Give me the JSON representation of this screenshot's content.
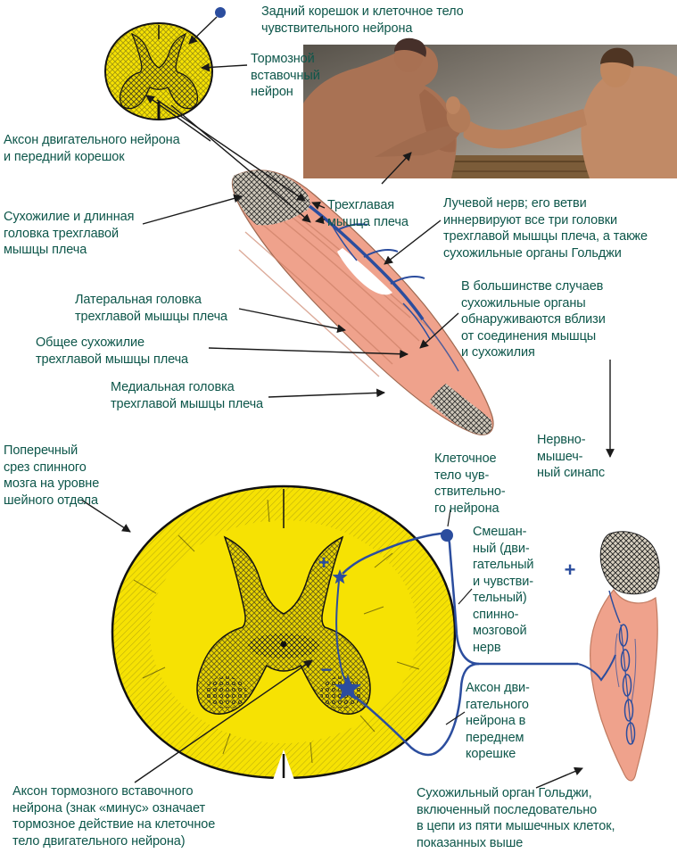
{
  "colors": {
    "label_text": "#0d564a",
    "nerve_blue": "#2b4d9e",
    "spinal_yellow": "#f6e203",
    "muscle_pink": "#efa28c",
    "line_black": "#1a1a1a"
  },
  "labels": {
    "dorsal_root": "Задний корешок и клеточное тело\nчувствительного нейрона",
    "inhibitory_interneuron": "Тормозной\nвставочный\nнейрон",
    "motor_axon_ventral_root": "Аксон двигательного нейрона\nи передний корешок",
    "tendon_long_head": "Сухожилие и длинная\nголовка трехглавой\nмышцы плеча",
    "triceps": "Трехглавая\nмышца плеча",
    "radial_nerve": "Лучевой нерв; его ветви\nиннервируют все три головки\nтрехглавой мышцы плеча, а также\nсухожильные органы Гольджи",
    "lateral_head": "Латеральная головка\nтрехглавой мышцы плеча",
    "tendon_organs_location": "В большинстве случаев\nсухожильные органы\nобнаруживаются вблизи\nот соединения мышцы\nи сухожилия",
    "common_tendon": "Общее сухожилие\nтрехглавой мышцы плеча",
    "medial_head": "Медиальная головка\nтрехглавой мышцы плеча",
    "cross_section": "Поперечный\nсрез спинного\nмозга на уровне\nшейного отдела",
    "sensory_cell_body": "Клеточное\nтело чув-\nствительно-\nго нейрона",
    "neuromuscular_synapse": "Нервно-\nмышеч-\nный синапс",
    "mixed_nerve": "Смешан-\nный (дви-\nгательный\nи чувстви-\nтельный)\nспинно-\nмозговой\nнерв",
    "motor_axon_anterior_root": "Аксон дви-\nгательного\nнейрона в\nпереднем\nкорешке",
    "inhibitory_axon_note": "Аксон тормозного вставочного\nнейрона (знак «минус» означает\nтормозное действие на клеточное\nтело двигательного нейрона)",
    "golgi_organ_note": "Сухожильный орган Гольджи,\nвключенный последовательно\nв цепи из пяти мышечных клеток,\nпоказанных выше"
  },
  "symbols": {
    "plus": "+",
    "minus": "−"
  }
}
